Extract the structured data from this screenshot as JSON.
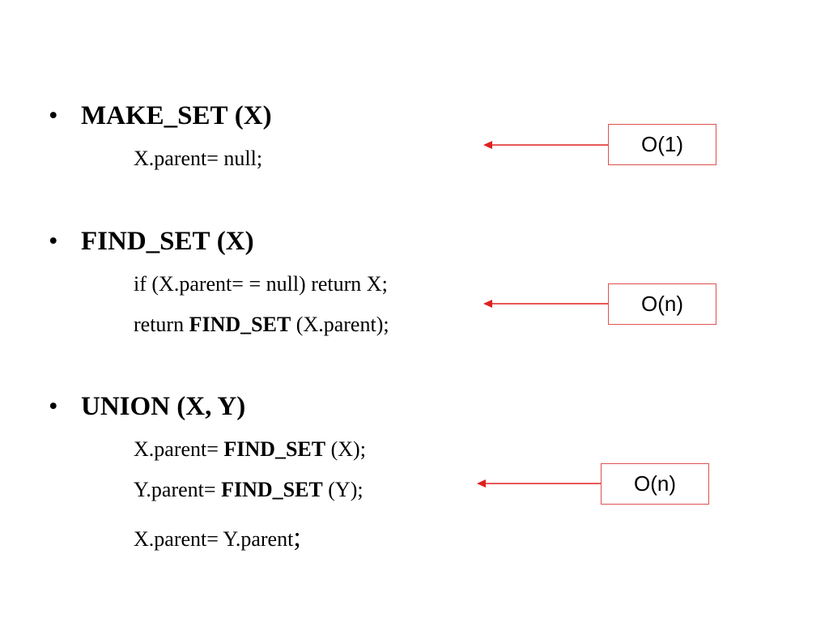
{
  "items": [
    {
      "bullet": "•",
      "title": {
        "name": "MAKE_SET",
        "args": "(X)"
      },
      "lines": [
        {
          "pre": "X.parent= null;",
          "bold": "",
          "post": ""
        }
      ],
      "complexity": "O(1)"
    },
    {
      "bullet": "•",
      "title": {
        "name": "FIND_SET",
        "args": "(X)"
      },
      "lines": [
        {
          "pre": "if (X.parent= = null) return X;",
          "bold": "",
          "post": ""
        },
        {
          "pre": "return ",
          "bold": "FIND_SET",
          "post": " (X.parent);"
        }
      ],
      "complexity": "O(n)"
    },
    {
      "bullet": "•",
      "title": {
        "name": "UNION",
        "args": "(X, Y)"
      },
      "lines": [
        {
          "pre": "X.parent= ",
          "bold": "FIND_SET",
          "post": " (X);"
        },
        {
          "pre": "Y.parent= ",
          "bold": "FIND_SET",
          "post": " (Y);"
        },
        {
          "pre": "X.parent= Y.parent",
          "bold": "",
          "post": ";"
        }
      ],
      "complexity": "O(n)"
    }
  ],
  "colors": {
    "arrow": "#e02020",
    "box_border": "#e05050"
  },
  "icons": {
    "arrow": "left-arrow-icon"
  }
}
